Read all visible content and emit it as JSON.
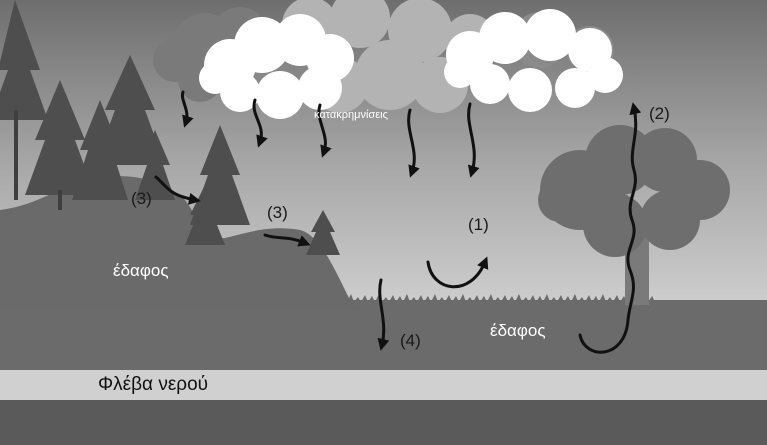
{
  "labels": {
    "precipitation": "κατακρημνίσεις",
    "soil_left": "έδαφος",
    "soil_right": "έδαφος",
    "water_vein": "Φλέβα νερού",
    "marker_1": "(1)",
    "marker_2": "(2)",
    "marker_3a": "(3)",
    "marker_3b": "(3)",
    "marker_4": "(4)"
  },
  "colors": {
    "sky_top": "#6e6e6e",
    "sky_bottom": "#c9c9c9",
    "hills": "#6a6a6a",
    "ground": "#6b6b6b",
    "water_vein": "#d0d0d0",
    "bedrock": "#5a5a5a",
    "arrow": "#111111"
  }
}
